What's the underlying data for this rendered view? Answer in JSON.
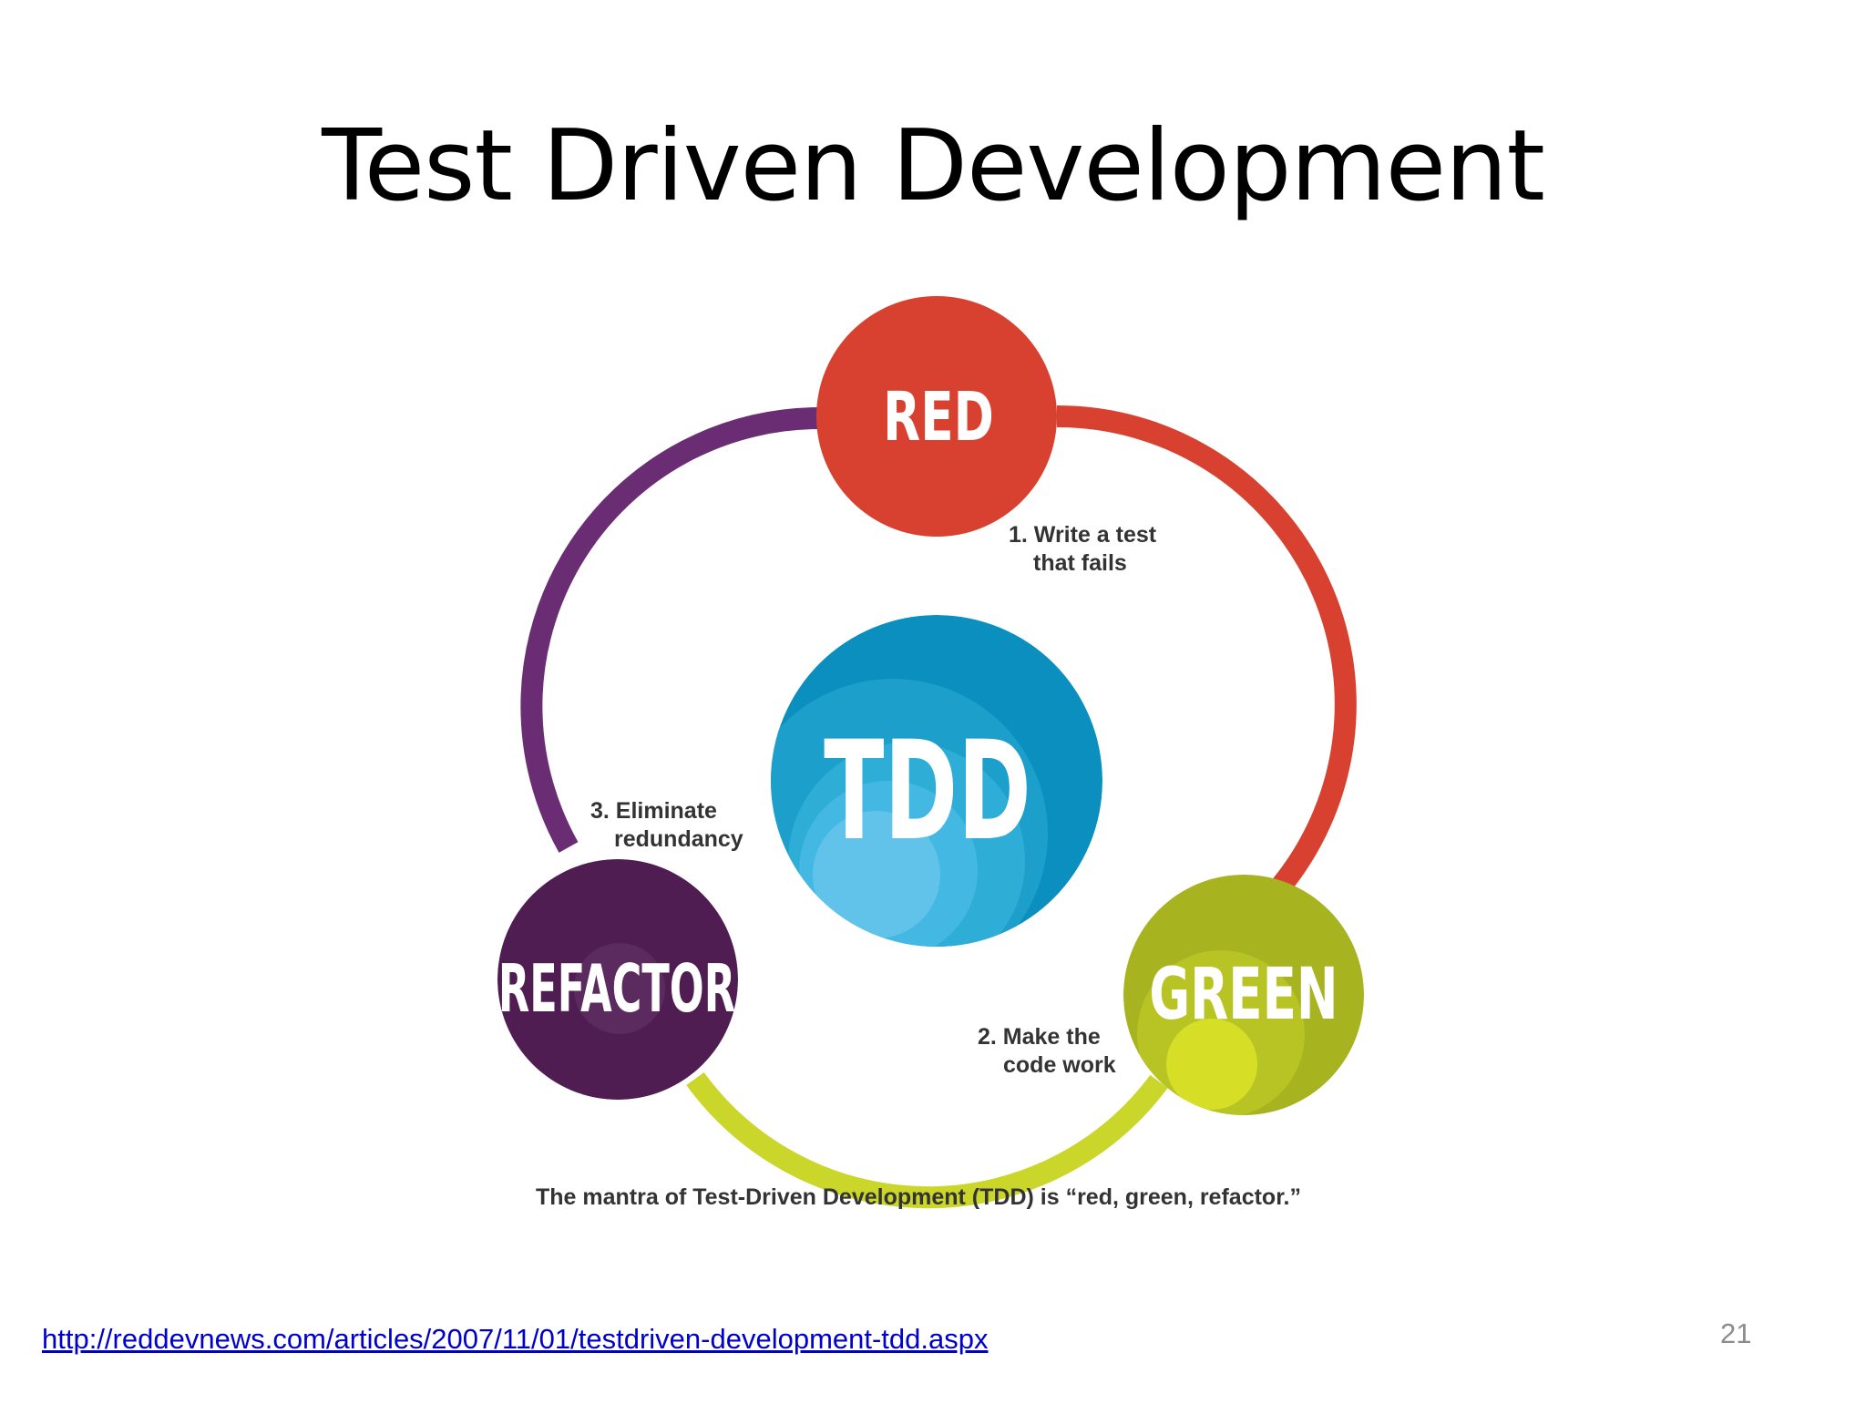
{
  "slide": {
    "title": "Test Driven Development",
    "link_text": "http://reddevnews.com/articles/2007/11/01/testdriven-development-tdd.aspx",
    "page_number": "21"
  },
  "diagram": {
    "center_label": "TDD",
    "nodes": {
      "red": {
        "label": "RED",
        "color": "#d8412f"
      },
      "green": {
        "label": "GREEN",
        "color": "#a8b320"
      },
      "refactor": {
        "label": "REFACTOR",
        "color": "#4f1d52"
      }
    },
    "steps": {
      "step1": {
        "line1": "1. Write a test",
        "line2": "that fails"
      },
      "step2": {
        "line1": "2. Make the",
        "line2": "code work"
      },
      "step3": {
        "line1": "3. Eliminate",
        "line2": "redundancy"
      }
    },
    "caption": "The mantra of Test-Driven Development (TDD) is “red, green, refactor.”",
    "colors": {
      "arc_red": "#d8412f",
      "arc_green": "#cbd62a",
      "arc_purple": "#6a2d73",
      "tdd_blue": "#1c9fcb"
    }
  }
}
